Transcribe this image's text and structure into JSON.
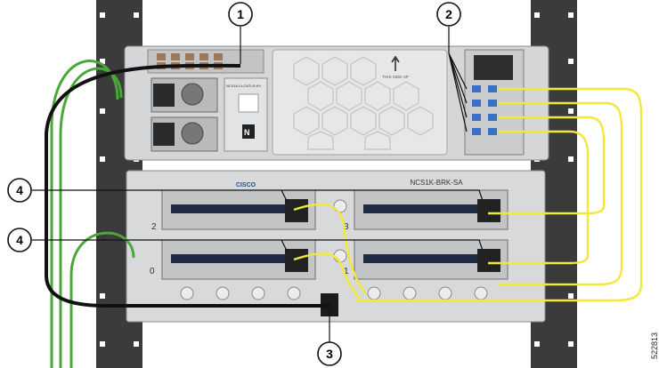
{
  "callouts": [
    {
      "number": "1"
    },
    {
      "number": "2"
    },
    {
      "number": "3"
    },
    {
      "number": "4"
    },
    {
      "number": "4"
    }
  ],
  "figure_id": "522813",
  "breakout": {
    "model_label": "NCS1K-BRK-SA",
    "brand": "CISCO",
    "slot_labels": [
      "2",
      "3",
      "0",
      "1"
    ]
  },
  "chassis": {
    "airflow_label": "THIS SIDE UP",
    "module_label": "NCS1K14-CNTLR-K9"
  },
  "colors": {
    "rack": "#3b3b3b",
    "chassis": "#d4d6d8",
    "fiber_yellow": "#f2e83a",
    "ground_green": "#4aa83a",
    "cable_black": "#111111",
    "port_blue": "#3a6fc4"
  }
}
